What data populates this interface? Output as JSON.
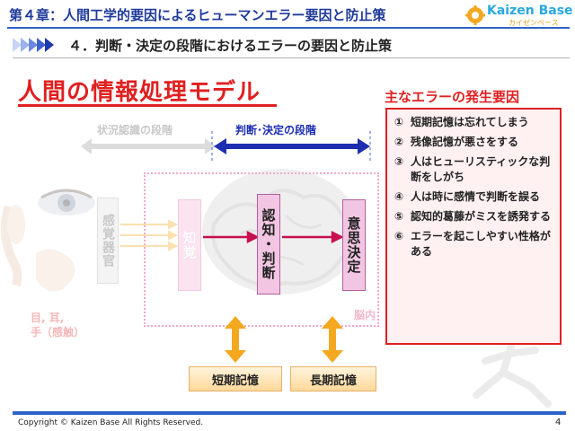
{
  "header": {
    "title": "第４章：人間工学的要因によるヒューマンエラー要因と防止策",
    "logo_main": "Kaizen Base",
    "logo_sub": "カイゼンベース"
  },
  "subtitle": "４．判断・決定の段階におけるエラーの要因と防止策",
  "model_title": "人間の情報処理モデル",
  "stages": {
    "left_label": "状況認識の段階",
    "mid_label": "判断･決定の段階"
  },
  "boxes": {
    "sensory": "感覚器官",
    "perception": "知覚",
    "cognition": "認知・判断",
    "decision": "意思決定"
  },
  "brain_label": "脳内",
  "sense_label_1": "目, 耳,",
  "sense_label_2": "手（感触）",
  "memory": {
    "short": "短期記憶",
    "long": "長期記憶"
  },
  "errors": {
    "title": "主なエラーの発生要因",
    "items": [
      {
        "num": "①",
        "text": "短期記憶は忘れてしまう"
      },
      {
        "num": "②",
        "text": "残像記憶が悪さをする"
      },
      {
        "num": "③",
        "text": "人はヒューリスティックな判断をしがち"
      },
      {
        "num": "④",
        "text": "人は時に感情で判断を誤る"
      },
      {
        "num": "⑤",
        "text": "認知的葛藤がミスを誘発する"
      },
      {
        "num": "⑥",
        "text": "エラーを起こしやすい性格がある"
      }
    ]
  },
  "footer": {
    "copyright": "Copyright ©  Kaizen Base  All Rights Reserved.",
    "page": "4"
  },
  "colors": {
    "brand_blue": "#2d62c8",
    "title_red": "#e02020",
    "stage_blue": "#1d2eb0",
    "box_pink": "#f2c6e2",
    "arrow_orange": "#f4a820"
  }
}
